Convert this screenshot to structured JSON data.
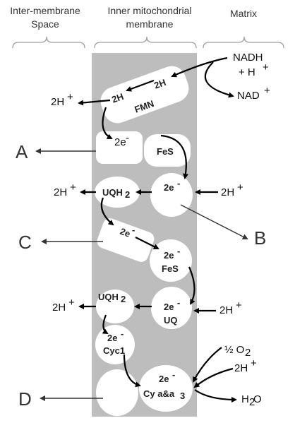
{
  "headers": {
    "intermembrane": [
      "Inter-membrane",
      "Space"
    ],
    "inner_membrane": [
      "Inner mitochondrial",
      "membrane"
    ],
    "matrix": "Matrix"
  },
  "labels": {
    "nadh": "NADH",
    "h_plus_matrix": "+ H",
    "nad": "NAD",
    "two_h_fmn_1": "2H",
    "two_h_fmn_2": "2H",
    "fmn": "FMN",
    "two_h_plus_1": "2H",
    "two_e_1": "2e",
    "fes_1": "FeS",
    "two_e_2": "2e",
    "uqh2_1": "UQH",
    "two_h_plus_2": "2H",
    "two_h_plus_3": "2H",
    "two_e_3": "2e",
    "two_e_4": "2e",
    "fes_2": "FeS",
    "uqh2_2": "UQH",
    "two_h_plus_4": "2H",
    "two_e_5": "2e",
    "uq": "UQ",
    "two_h_plus_5": "2H",
    "two_e_6": "2e",
    "cyc1": "Cyc1",
    "half_o2": "½ O",
    "two_h_plus_6": "2H",
    "two_e_7": "2e",
    "cy_aa3": "Cy a&a",
    "h2o": "H",
    "h2o_tail": "O",
    "plus": "+",
    "minus": "-",
    "sub2": "2",
    "sub3": "3"
  },
  "letters": {
    "a": "A",
    "b": "B",
    "c": "C",
    "d": "D"
  },
  "colors": {
    "membrane": "#bdbdbd",
    "blob": "#ffffff",
    "arrow": "#000000",
    "bracket": "#9e9e9e",
    "text": "#333333"
  }
}
